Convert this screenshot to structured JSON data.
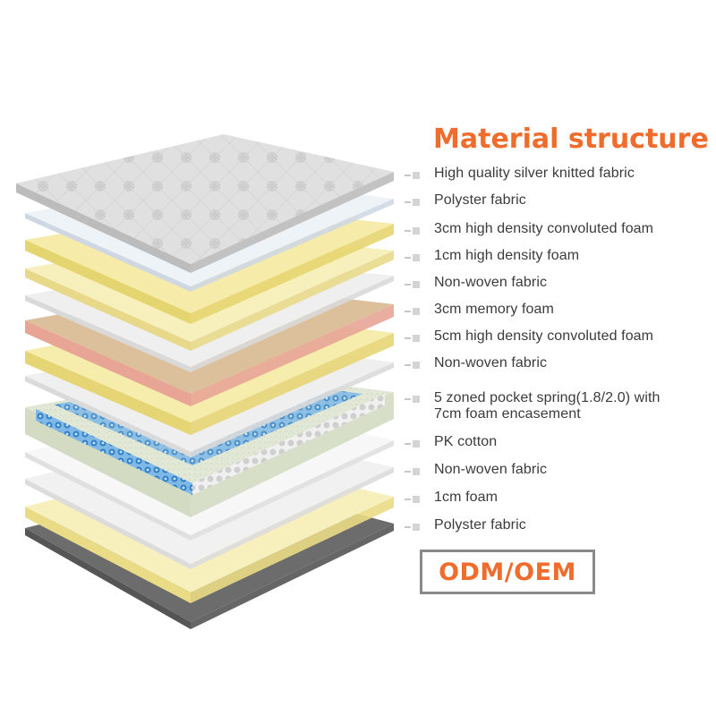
{
  "title": "Material structure",
  "badge": "ODM/OEM",
  "accent_color": "#ef6c2c",
  "layers": [
    {
      "label": "High quality silver knitted fabric",
      "color": "#d9d9d9"
    },
    {
      "label": "Polyster fabric",
      "color": "#e8eef5"
    },
    {
      "label": "3cm high density convoluted foam",
      "color": "#f5eba9"
    },
    {
      "label": "1cm high density foam",
      "color": "#f7f0bd"
    },
    {
      "label": "Non-woven fabric",
      "color": "#eeeeee"
    },
    {
      "label": "3cm memory foam",
      "color": "#d9bc95"
    },
    {
      "label": "5cm high density convoluted foam",
      "color": "#f5eba9"
    },
    {
      "label": "Non-woven fabric",
      "color": "#eeeeee"
    },
    {
      "label": "5 zoned pocket spring(1.8/2.0) with\n7cm foam encasement",
      "color": "#dfe6d2"
    },
    {
      "label": "PK cotton",
      "color": "#ffffff"
    },
    {
      "label": "Non-woven fabric",
      "color": "#efefef"
    },
    {
      "label": "1cm foam",
      "color": "#f7f0bd"
    },
    {
      "label": "Polyster fabric",
      "color": "#6f6f6f"
    }
  ]
}
